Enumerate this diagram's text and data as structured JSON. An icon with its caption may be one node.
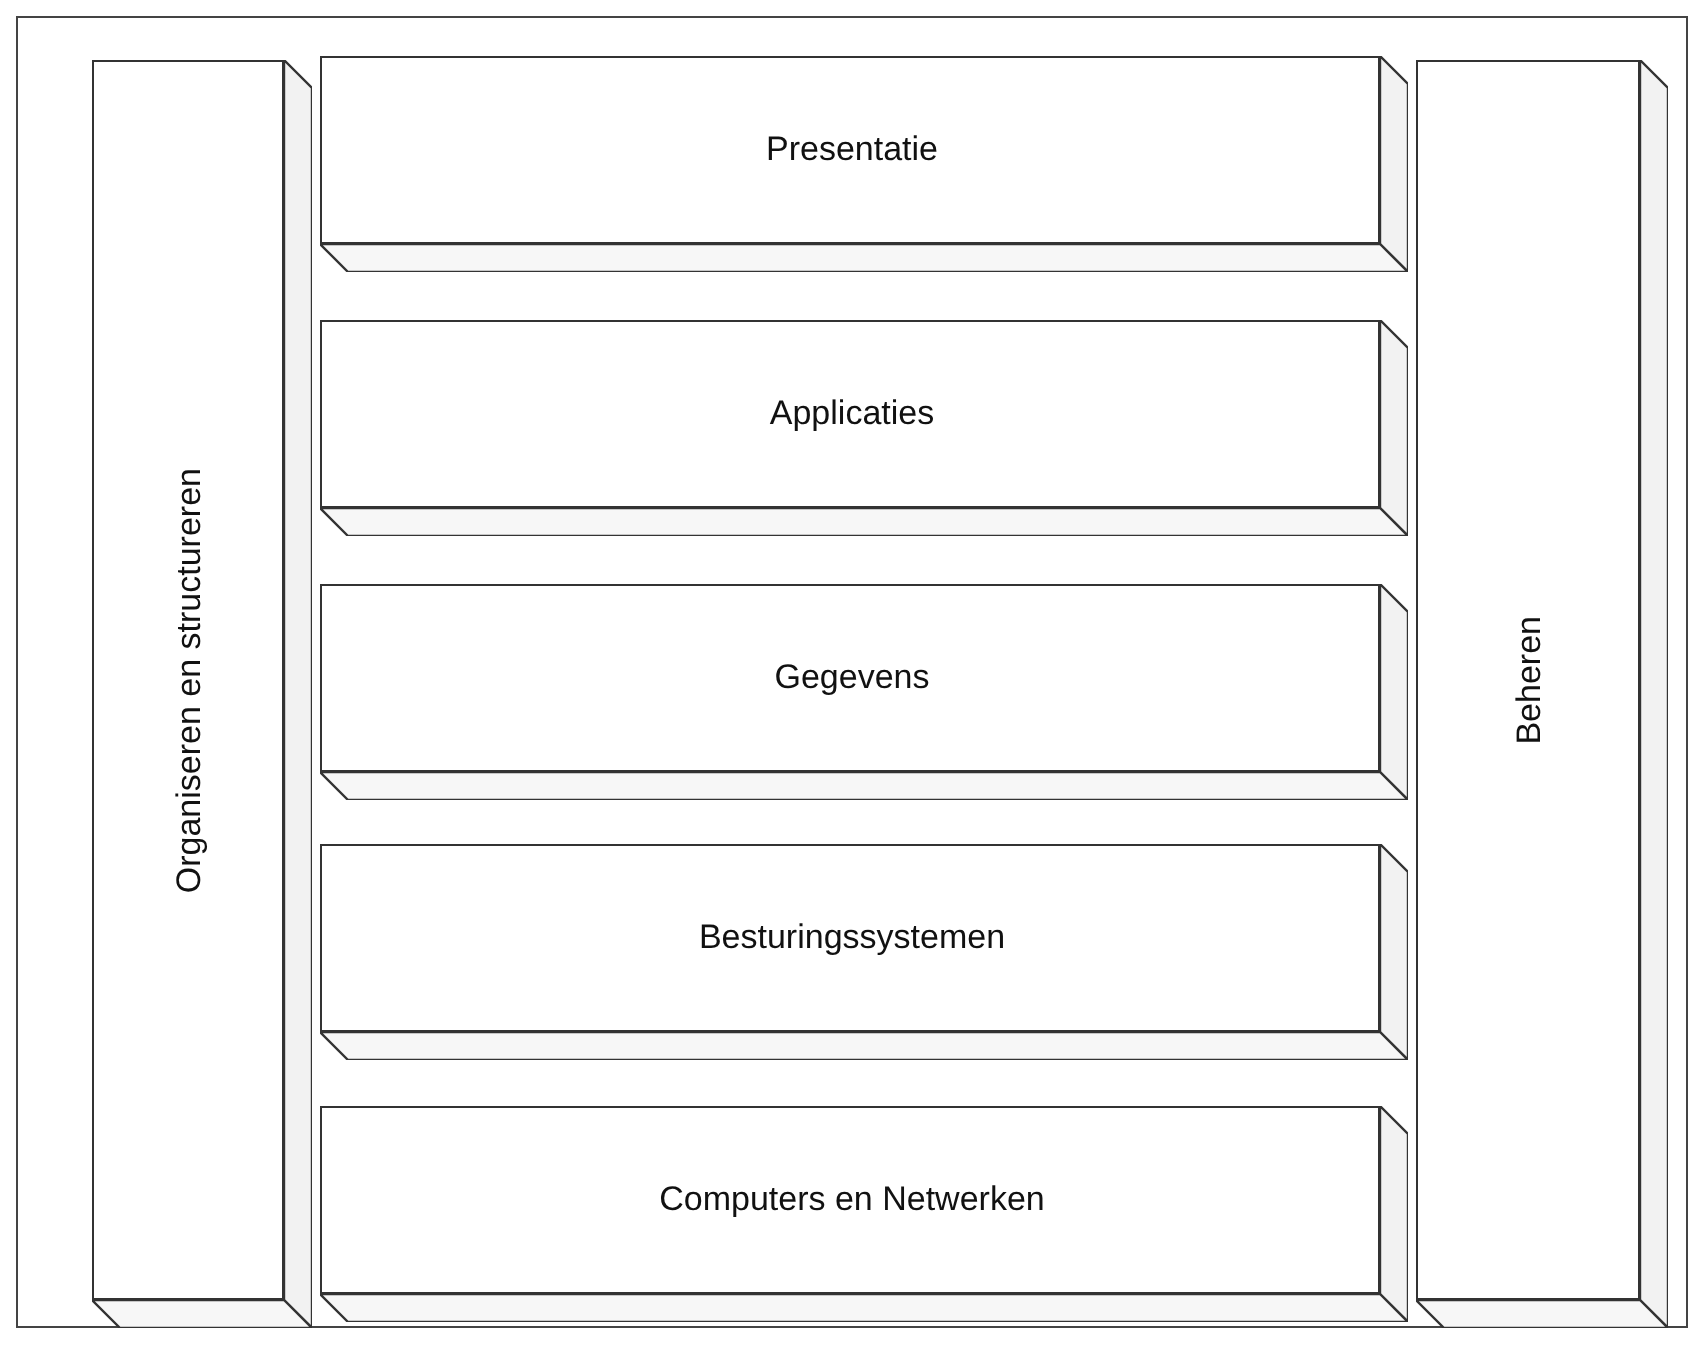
{
  "diagram": {
    "nodes": [
      {
        "text": [
          "Organiseren en structureren"
        ]
      },
      {
        "text": [
          "Presentatie"
        ]
      },
      {
        "text": [
          "Applicaties"
        ]
      },
      {
        "text": [
          "Gegevens"
        ]
      },
      {
        "text": [
          "Besturingssystemen"
        ]
      },
      {
        "text": [
          "Computers en Netwerken"
        ]
      },
      {
        "text": [
          "Beheren"
        ]
      }
    ]
  }
}
